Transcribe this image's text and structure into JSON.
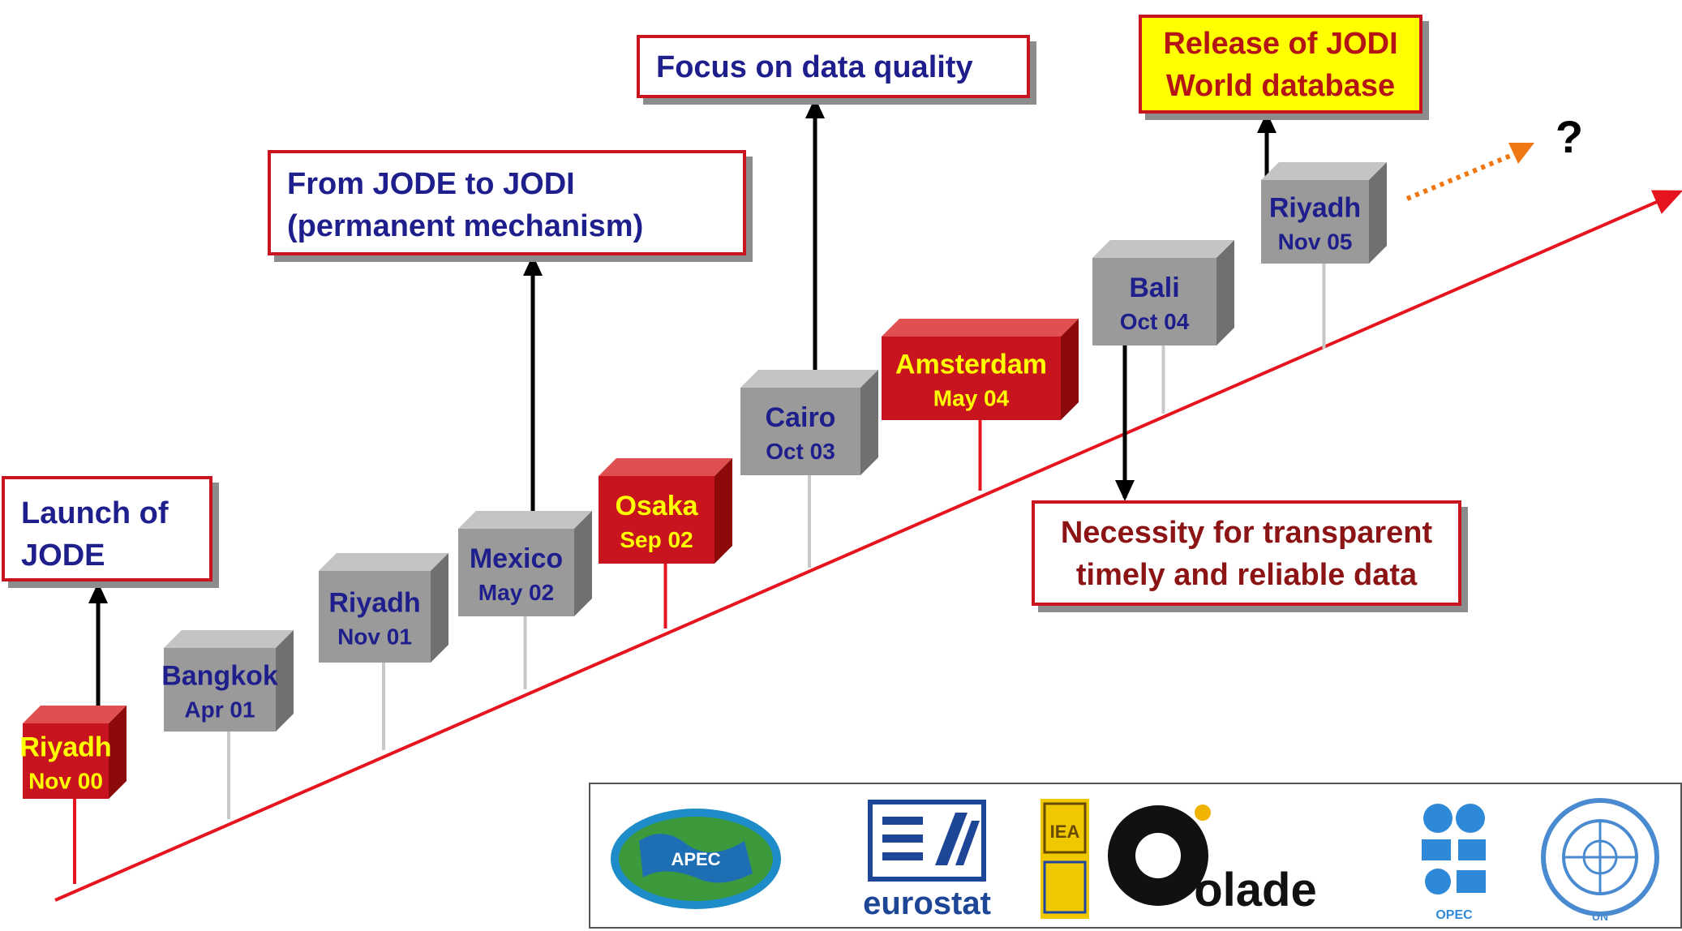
{
  "milestones": [
    {
      "city": "Riyadh",
      "date": "Nov 00",
      "color": "red"
    },
    {
      "city": "Bangkok",
      "date": "Apr 01",
      "color": "gray"
    },
    {
      "city": "Riyadh",
      "date": "Nov 01",
      "color": "gray"
    },
    {
      "city": "Mexico",
      "date": "May 02",
      "color": "gray"
    },
    {
      "city": "Osaka",
      "date": "Sep 02",
      "color": "red"
    },
    {
      "city": "Cairo",
      "date": "Oct 03",
      "color": "gray"
    },
    {
      "city": "Amsterdam",
      "date": "May 04",
      "color": "red"
    },
    {
      "city": "Bali",
      "date": "Oct 04",
      "color": "gray"
    },
    {
      "city": "Riyadh",
      "date": "Nov 05",
      "color": "gray"
    }
  ],
  "callouts": {
    "launch": [
      "Launch of",
      "JODE"
    ],
    "jode_to_jodi": [
      "From JODE to JODI",
      "(permanent mechanism)"
    ],
    "data_quality": [
      "Focus on data quality"
    ],
    "release": [
      "Release of JODI",
      "World database"
    ],
    "necessity": [
      "Necessity for transparent",
      "timely and reliable data"
    ]
  },
  "future_mark": "?",
  "logos": {
    "apec": "APEC",
    "eurostat": "eurostat",
    "iea": "IEA",
    "olade": "olade",
    "opec": "OPEC",
    "un": "UN"
  },
  "colors": {
    "timeline": "#e6141e",
    "red_box": "#c8141e",
    "gray_box": "#9a9a9a",
    "navy_text": "#1e1e8c",
    "yellow_text": "#ffff00",
    "arrow_orange": "#f07814"
  },
  "icons": [
    "up-arrow-icon",
    "down-arrow-icon",
    "dotted-arrow-icon"
  ]
}
